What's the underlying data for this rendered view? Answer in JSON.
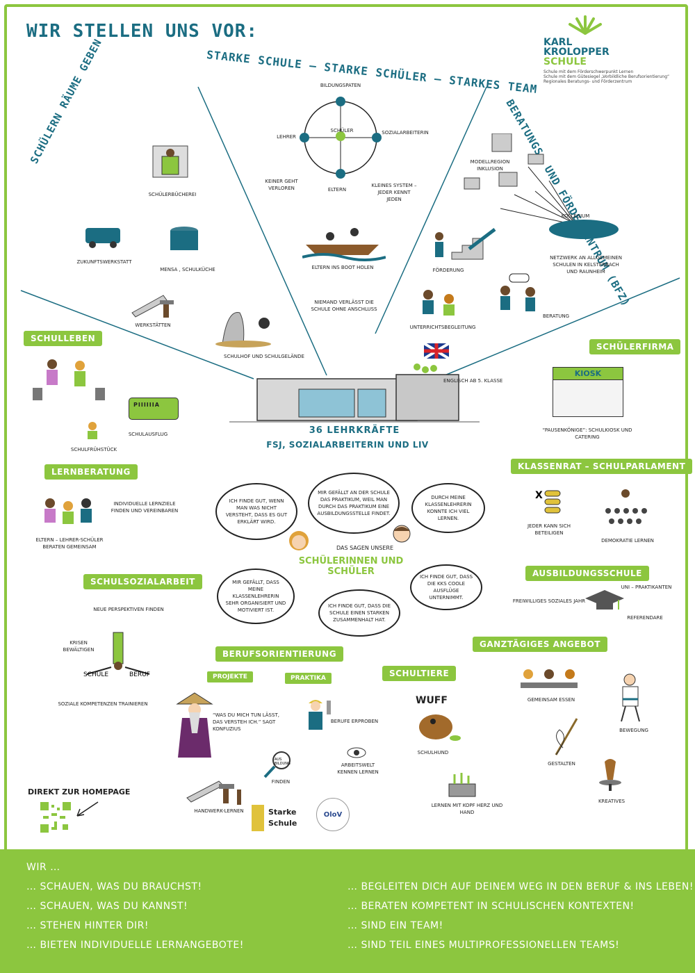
{
  "header": {
    "title": "WIR STELLEN UNS VOR:"
  },
  "logo": {
    "line1": "KARL",
    "line2": "KROLOPPER",
    "line3": "SCHULE",
    "desc1": "Schule mit dem Förderschwerpunkt Lernen",
    "desc2": "Schule mit dem Gütesiegel „Vorbildliche Berufsorientierung“",
    "desc3": "Regionales Beratungs- und Förderzentrum"
  },
  "sections": {
    "raeume": "SCHÜLERN RÄUME GEBEN",
    "starke": "STARKE SCHULE – STARKE SCHÜLER – STARKES TEAM",
    "bfz": "BERATUNGS- UND FÖRDERZENTRUM (BFZ)"
  },
  "raeume_items": {
    "buecherei": "SCHÜLERBÜCHEREI",
    "zukunft": "ZUKUNFTSWERKSTATT",
    "mensa": "MENSA , SCHULKÜCHE",
    "werkstaetten": "WERKSTÄTTEN",
    "schulhof": "SCHULHOF UND SCHULGELÄNDE"
  },
  "starke_items": {
    "bildungspaten": "BILDUNGSPATEN",
    "lehrer": "LEHRER",
    "schueler": "SCHÜLER",
    "sozial": "SOZIALARBEITERIN",
    "eltern": "ELTERN",
    "keiner": "KEINER GEHT VERLOREN",
    "kleines": "KLEINES SYSTEM – JEDER KENNT JEDEN",
    "boot": "ELTERN INS BOOT HOLEN",
    "niemand": "NIEMAND VERLÄSST DIE SCHULE OHNE ANSCHLUSS"
  },
  "bfz_items": {
    "modellregion": "MODELLREGION INKLUSION",
    "kollegium": "KOLLEGIUM",
    "netzwerk": "NETZWERK AN ALLGEMEINEN SCHULEN IN KELSTERBACH UND RAUNHEIM",
    "foerderung": "FÖRDERUNG",
    "unterricht": "UNTERRICHTSBEGLEITUNG",
    "beratung": "BERATUNG"
  },
  "center": {
    "englisch": "ENGLISCH AB 5. KLASSE",
    "line1": "36 LEHRKRÄFTE",
    "line2": "FSJ, SOZIALARBEITERIN UND LIV"
  },
  "schulleben": {
    "tag": "SCHULLEBEN",
    "ausflug": "SCHULAUSFLUG",
    "fruehstueck": "SCHULFRÜHSTÜCK",
    "bus_sign": "PIIIIIIA"
  },
  "schuelerfirma": {
    "tag": "SCHÜLERFIRMA",
    "kiosk": "KIOSK",
    "text": "“PAUSENKÖNIGE”: SCHULKIOSK UND CATERING"
  },
  "lernberatung": {
    "tag": "LERNBERATUNG",
    "ziele": "INDIVIDUELLE LERNZIELE FINDEN UND VEREINBAREN",
    "beraten": "ELTERN – LEHRER-SCHÜLER BERATEN GEMEINSAM"
  },
  "klassenrat": {
    "tag": "KLASSENRAT – SCHULPARLAMENT",
    "jeder": "JEDER KANN SICH BETEILIGEN",
    "demokratie": "DEMOKRATIE LERNEN",
    "vote_mark": "X"
  },
  "voices": {
    "sagen": "DAS SAGEN UNSERE",
    "schueler": "SCHÜLERINNEN UND SCHÜLER",
    "b1": "ICH FINDE GUT, WENN MAN WAS NICHT VERSTEHT, DASS ES GUT ERKLÄRT WIRD.",
    "b2": "MIR GEFÄLLT AN DER SCHULE DAS PRAKTIKUM, WEIL MAN DURCH DAS PRAKTIKUM EINE AUSBILDUNGSSTELLE FINDET.",
    "b3": "DURCH MEINE KLASSENLEHRERIN KONNTE ICH VIEL LERNEN.",
    "b4": "MIR GEFÄLLT, DASS MEINE KLASSENLEHRERIN SEHR ORGANISIERT UND MOTIVIERT IST.",
    "b5": "ICH FINDE GUT, DASS DIE SCHULE EINEN STARKEN ZUSAMMENHALT HAT.",
    "b6": "ICH FINDE GUT, DASS DIE KKS COOLE AUSFLÜGE UNTERNIMMT."
  },
  "schulsozialarbeit": {
    "tag": "SCHULSOZIALARBEIT",
    "perspektiven": "NEUE PERSPEKTIVEN FINDEN",
    "krisen": "KRISEN BEWÄLTIGEN",
    "schule": "SCHULE",
    "beruf": "BERUF",
    "sozial": "SOZIALE KOMPETENZEN TRAINIEREN"
  },
  "ausbildungsschule": {
    "tag": "AUSBILDUNGSSCHULE",
    "uni": "UNI – PRAKTIKANTEN",
    "fsj": "FREIWILLIGES SOZIALES JAHR",
    "ref": "REFERENDARE"
  },
  "berufsorientierung": {
    "tag": "BERUFSORIENTIERUNG",
    "projekte": "PROJEKTE",
    "praktika": "PRAKTIKA",
    "zitat": "“WAS DU MICH TUN LÄSST, DAS VERSTEH ICH.” SAGT KONFUZIUS",
    "erproben": "BERUFE ERPROBEN",
    "finden": "FINDEN",
    "lupe": "AUS BILDUNG",
    "arbeitswelt": "ARBEITSWELT KENNEN LERNEN",
    "handwerk": "HANDWERK-LERNEN"
  },
  "schultiere": {
    "tag": "SCHULTIERE",
    "wuff": "WUFF",
    "hund": "SCHULHUND",
    "lernen": "LERNEN MIT KOPF HERZ UND HAND"
  },
  "ganztag": {
    "tag": "GANZTÄGIGES ANGEBOT",
    "essen": "GEMEINSAM ESSEN",
    "bewegung": "BEWEGUNG",
    "gestalten": "GESTALTEN",
    "kreatives": "KREATIVES"
  },
  "homepage": {
    "label": "DIREKT ZUR HOMEPAGE"
  },
  "badges": {
    "starke1": "Starke",
    "starke2": "Schule",
    "olov": "OloV"
  },
  "footer": {
    "wir": "WIR …",
    "left": [
      "… SCHAUEN, WAS DU BRAUCHST!",
      "… SCHAUEN, WAS DU KANNST!",
      "… STEHEN HINTER DIR!",
      "… BIETEN INDIVIDUELLE LERNANGEBOTE!"
    ],
    "right": [
      "… BEGLEITEN DICH AUF DEINEM WEG IN DEN BERUF & INS LEBEN!",
      "… BERATEN KOMPETENT IN SCHULISCHEN KONTEXTEN!",
      "… SIND EIN TEAM!",
      "… SIND TEIL EINES MULTIPROFESSIONELLEN TEAMS!"
    ]
  },
  "colors": {
    "green": "#8cc63f",
    "teal": "#1b6d82",
    "dark": "#222222"
  }
}
